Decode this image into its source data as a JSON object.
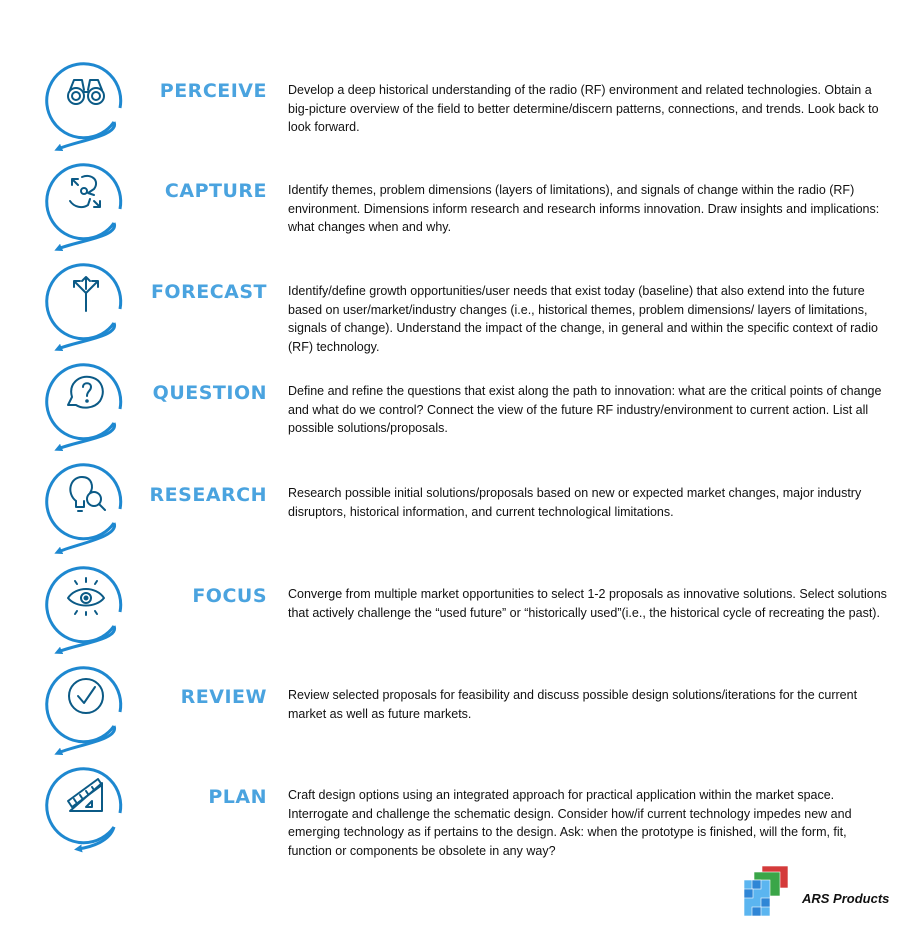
{
  "steps": [
    {
      "title": "PERCEIVE",
      "icon": "binoculars-icon",
      "description": "Develop a deep historical understanding of the radio (RF) environment and related technologies. Obtain a big-picture overview of the field to better determine/discern patterns, connections, and trends. Look back to look forward."
    },
    {
      "title": "CAPTURE",
      "icon": "capture-hands-icon",
      "description": "Identify themes, problem dimensions (layers of limitations), and signals of change within the radio (RF) environment. Dimensions inform research and research informs innovation. Draw insights and implications: what changes when and why."
    },
    {
      "title": "FORECAST",
      "icon": "branching-arrows-icon",
      "description": "Identify/define growth opportunities/user needs that exist today (baseline) that also extend into the future based on user/market/industry changes (i.e., historical themes, problem dimensions/ layers of limitations, signals of change). Understand the impact of the change, in general and within the specific context of radio (RF) technology."
    },
    {
      "title": "QUESTION",
      "icon": "question-bubble-icon",
      "description": "Define and refine the questions that exist along the path to innovation: what are the critical points of change and what do we control? Connect the view of the future RF industry/environment to current action. List all possible solutions/proposals."
    },
    {
      "title": "RESEARCH",
      "icon": "lightbulb-magnifier-icon",
      "description": "Research possible initial solutions/proposals based on new or expected market changes, major industry disruptors, historical information, and current technological limitations."
    },
    {
      "title": "FOCUS",
      "icon": "eye-icon",
      "description": "Converge from multiple market opportunities to select 1-2 proposals as innovative solutions. Select solutions that actively challenge the “used future” or “historically used”(i.e., the historical cycle of recreating the past)."
    },
    {
      "title": "REVIEW",
      "icon": "checkmark-circle-icon",
      "description": "Review selected proposals for feasibility and discuss possible design solutions/iterations for the current market as well as future markets."
    },
    {
      "title": "PLAN",
      "icon": "ruler-triangle-icon",
      "description": "Craft design options using an integrated approach for practical application within the market space. Interrogate and challenge the schematic design. Consider how/if current technology impedes new and emerging technology as if pertains to the design. Ask: when the prototype is finished, will the form, fit, function or components be obsolete in any way?"
    }
  ],
  "colors": {
    "accent": "#4aa3df",
    "spiral": "#1e88d0",
    "icon": "#0b5a86"
  },
  "logo": {
    "text": "ARS Products"
  }
}
